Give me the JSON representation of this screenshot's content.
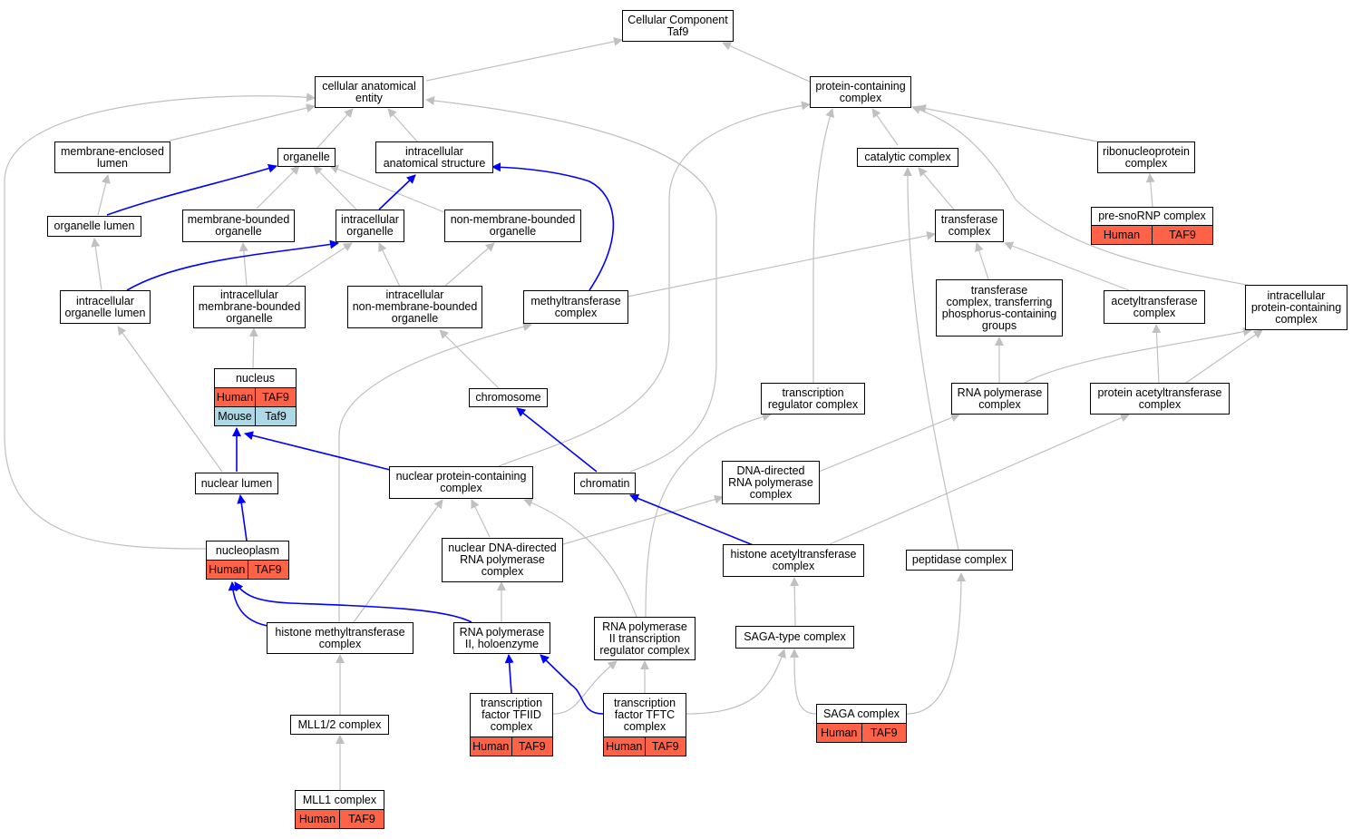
{
  "colors": {
    "edge_default": "#c0c0c0",
    "edge_highlight": "#0000ff",
    "human": "#ff6347",
    "mouse": "#add8e6"
  },
  "nodes": {
    "root": {
      "label": "Cellular Component\nTaf9"
    },
    "cae": {
      "label": "cellular anatomical\nentity"
    },
    "pcc": {
      "label": "protein-containing\ncomplex"
    },
    "mel": {
      "label": "membrane-enclosed\nlumen"
    },
    "organelle": {
      "label": "organelle"
    },
    "ias": {
      "label": "intracellular\nanatomical structure"
    },
    "catalytic": {
      "label": "catalytic complex"
    },
    "ribonucleo": {
      "label": "ribonucleoprotein\ncomplex"
    },
    "ol": {
      "label": "organelle lumen"
    },
    "mbo": {
      "label": "membrane-bounded\norganelle"
    },
    "io": {
      "label": "intracellular\norganelle"
    },
    "nmbo": {
      "label": "non-membrane-bounded\norganelle"
    },
    "transferase": {
      "label": "transferase\ncomplex"
    },
    "presnorna": {
      "label": "pre-snoRNP complex",
      "rows": [
        {
          "species": "Human",
          "gene": "TAF9"
        }
      ]
    },
    "iol": {
      "label": "intracellular\norganelle lumen"
    },
    "imbo": {
      "label": "intracellular\nmembrane-bounded\norganelle"
    },
    "inmbo": {
      "label": "intracellular\nnon-membrane-bounded\norganelle"
    },
    "methyl": {
      "label": "methyltransferase\ncomplex"
    },
    "tcphos": {
      "label": "transferase\ncomplex, transferring\nphosphorus-containing\ngroups"
    },
    "acetyl": {
      "label": "acetyltransferase\ncomplex"
    },
    "ipcc": {
      "label": "intracellular\nprotein-containing\ncomplex"
    },
    "nucleus": {
      "label": "nucleus",
      "rows": [
        {
          "species": "Human",
          "gene": "TAF9"
        },
        {
          "species": "Mouse",
          "gene": "Taf9"
        }
      ]
    },
    "chromosome": {
      "label": "chromosome"
    },
    "trc": {
      "label": "transcription\nregulator complex"
    },
    "rnapol": {
      "label": "RNA polymerase\ncomplex"
    },
    "pat": {
      "label": "protein acetyltransferase\ncomplex"
    },
    "nuclumen": {
      "label": "nuclear lumen"
    },
    "npcc": {
      "label": "nuclear protein-containing\ncomplex"
    },
    "chromatin": {
      "label": "chromatin"
    },
    "ddrp": {
      "label": "DNA-directed\nRNA polymerase\ncomplex"
    },
    "nucleoplasm": {
      "label": "nucleoplasm",
      "rows": [
        {
          "species": "Human",
          "gene": "TAF9"
        }
      ]
    },
    "nddrp": {
      "label": "nuclear DNA-directed\nRNA polymerase\ncomplex"
    },
    "hat": {
      "label": "histone acetyltransferase\ncomplex"
    },
    "peptidase": {
      "label": "peptidase complex"
    },
    "hmt": {
      "label": "histone methyltransferase\ncomplex"
    },
    "rnap2h": {
      "label": "RNA polymerase\nII, holoenzyme"
    },
    "rnap2trc": {
      "label": "RNA polymerase\nII transcription\nregulator complex"
    },
    "saga_type": {
      "label": "SAGA-type complex"
    },
    "mll12": {
      "label": "MLL1/2 complex"
    },
    "tfiid": {
      "label": "transcription\nfactor TFIID\ncomplex",
      "rows": [
        {
          "species": "Human",
          "gene": "TAF9"
        }
      ]
    },
    "tftc": {
      "label": "transcription\nfactor TFTC\ncomplex",
      "rows": [
        {
          "species": "Human",
          "gene": "TAF9"
        }
      ]
    },
    "saga": {
      "label": "SAGA complex",
      "rows": [
        {
          "species": "Human",
          "gene": "TAF9"
        }
      ]
    },
    "mll1": {
      "label": "MLL1 complex",
      "rows": [
        {
          "species": "Human",
          "gene": "TAF9"
        }
      ]
    }
  }
}
